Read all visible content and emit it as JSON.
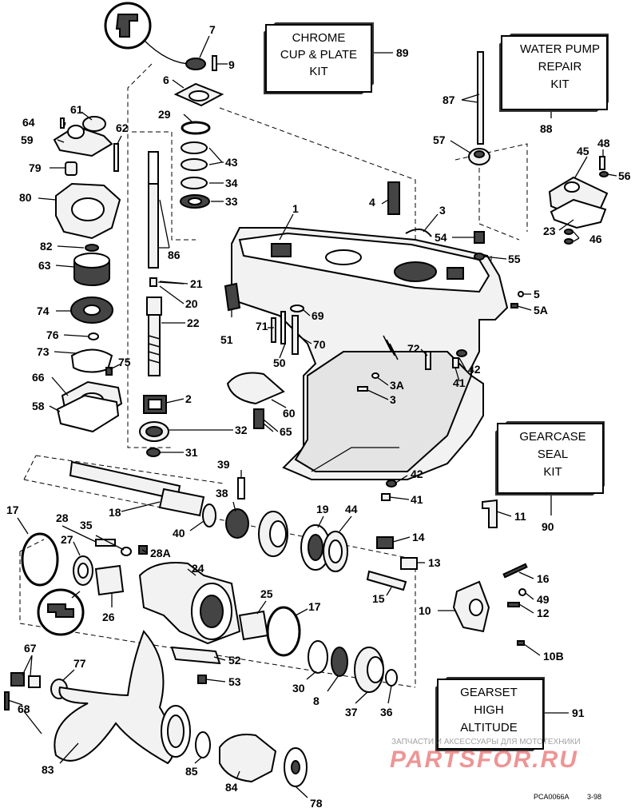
{
  "kits": [
    {
      "lines": [
        "CHROME",
        "CUP & PLATE",
        "KIT"
      ],
      "number": "89"
    },
    {
      "lines": [
        "WATER PUMP",
        "REPAIR",
        "KIT"
      ],
      "number": "88"
    },
    {
      "lines": [
        "GEARCASE",
        "SEAL",
        "KIT"
      ],
      "number": "90"
    },
    {
      "lines": [
        "GEARSET",
        "HIGH",
        "ALTITUDE"
      ],
      "number": "91"
    }
  ],
  "callouts": [
    "7",
    "9",
    "6",
    "29",
    "43",
    "34",
    "33",
    "61",
    "64",
    "62",
    "59",
    "79",
    "80",
    "82",
    "63",
    "74",
    "76",
    "73",
    "75",
    "66",
    "58",
    "86",
    "21",
    "20",
    "22",
    "2",
    "32",
    "31",
    "65",
    "1",
    "3",
    "4",
    "57",
    "87",
    "45",
    "48",
    "56",
    "54",
    "55",
    "23",
    "46",
    "5",
    "5A",
    "51",
    "69",
    "71",
    "70",
    "50",
    "72",
    "42",
    "41",
    "3A",
    "3",
    "60",
    "39",
    "38",
    "18",
    "40",
    "19",
    "44",
    "14",
    "13",
    "15",
    "11",
    "17",
    "28",
    "35",
    "28A",
    "27",
    "24",
    "25",
    "17",
    "16",
    "49",
    "12",
    "10",
    "10B",
    "26",
    "52",
    "53",
    "30",
    "8",
    "37",
    "36",
    "42",
    "41",
    "67",
    "77",
    "68",
    "83",
    "85",
    "84",
    "78"
  ],
  "watermark": {
    "top": "ЗАПЧАСТИ И АКСЕССУАРЫ ДЛЯ МОТОТЕХНИКИ",
    "brand": "PARTSFOR.RU"
  },
  "footer": {
    "code": "PCA0066A",
    "date": "3-98"
  }
}
